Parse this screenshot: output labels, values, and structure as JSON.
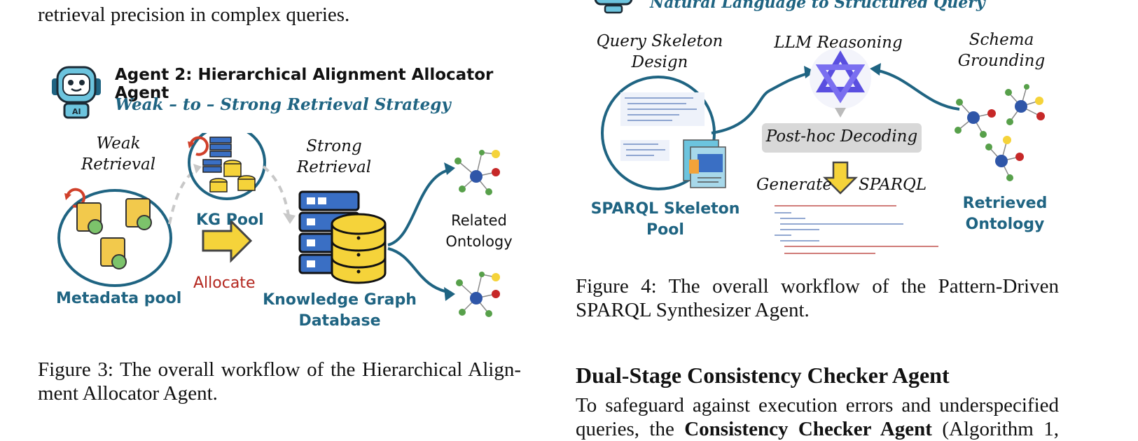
{
  "left_top_text": "retrieval precision in complex queries.",
  "right_top_title": "Natural Language to Structured Query",
  "fig3": {
    "agent_title": "Agent 2: Hierarchical Alignment Allocator Agent",
    "strategy": "Weak – to – Strong Retrieval Strategy",
    "weak_line1": "Weak",
    "weak_line2": "Retrieval",
    "strong_line1": "Strong",
    "strong_line2": "Retrieval",
    "kg_pool": "KG Pool",
    "allocate": "Allocate",
    "metadata_pool": "Metadata pool",
    "kg_db_line1": "Knowledge Graph",
    "kg_db_line2": "Database",
    "related_line1": "Related",
    "related_line2": "Ontology",
    "caption_line1": "Figure 3: The overall workflow of the Hierarchical Align-",
    "caption_line2": "ment Allocator Agent."
  },
  "fig4": {
    "qs_line1": "Query Skeleton",
    "qs_line2": "Design",
    "llm": "LLM Reasoning",
    "schema_line1": "Schema",
    "schema_line2": "Grounding",
    "posthoc": "Post-hoc Decoding",
    "generate": "Generate",
    "sparql": "SPARQL",
    "skeleton_line1": "SPARQL Skeleton",
    "skeleton_line2": "Pool",
    "retrieved_line1": "Retrieved",
    "retrieved_line2": "Ontology",
    "caption_line1": "Figure 4: The overall workflow of the Pattern-Driven",
    "caption_line2": "SPARQL Synthesizer Agent."
  },
  "section": {
    "heading": "Dual-Stage Consistency Checker Agent",
    "para_line1": "To safeguard against execution errors and underspecified",
    "para_line2_start": "queries, the",
    "para_line2_bold": "Consistency Checker Agent",
    "para_line2_end": "(Algorithm 1,"
  },
  "colors": {
    "teal": "#1f6482",
    "red": "#b3261e",
    "gold": "#f5d33a"
  }
}
